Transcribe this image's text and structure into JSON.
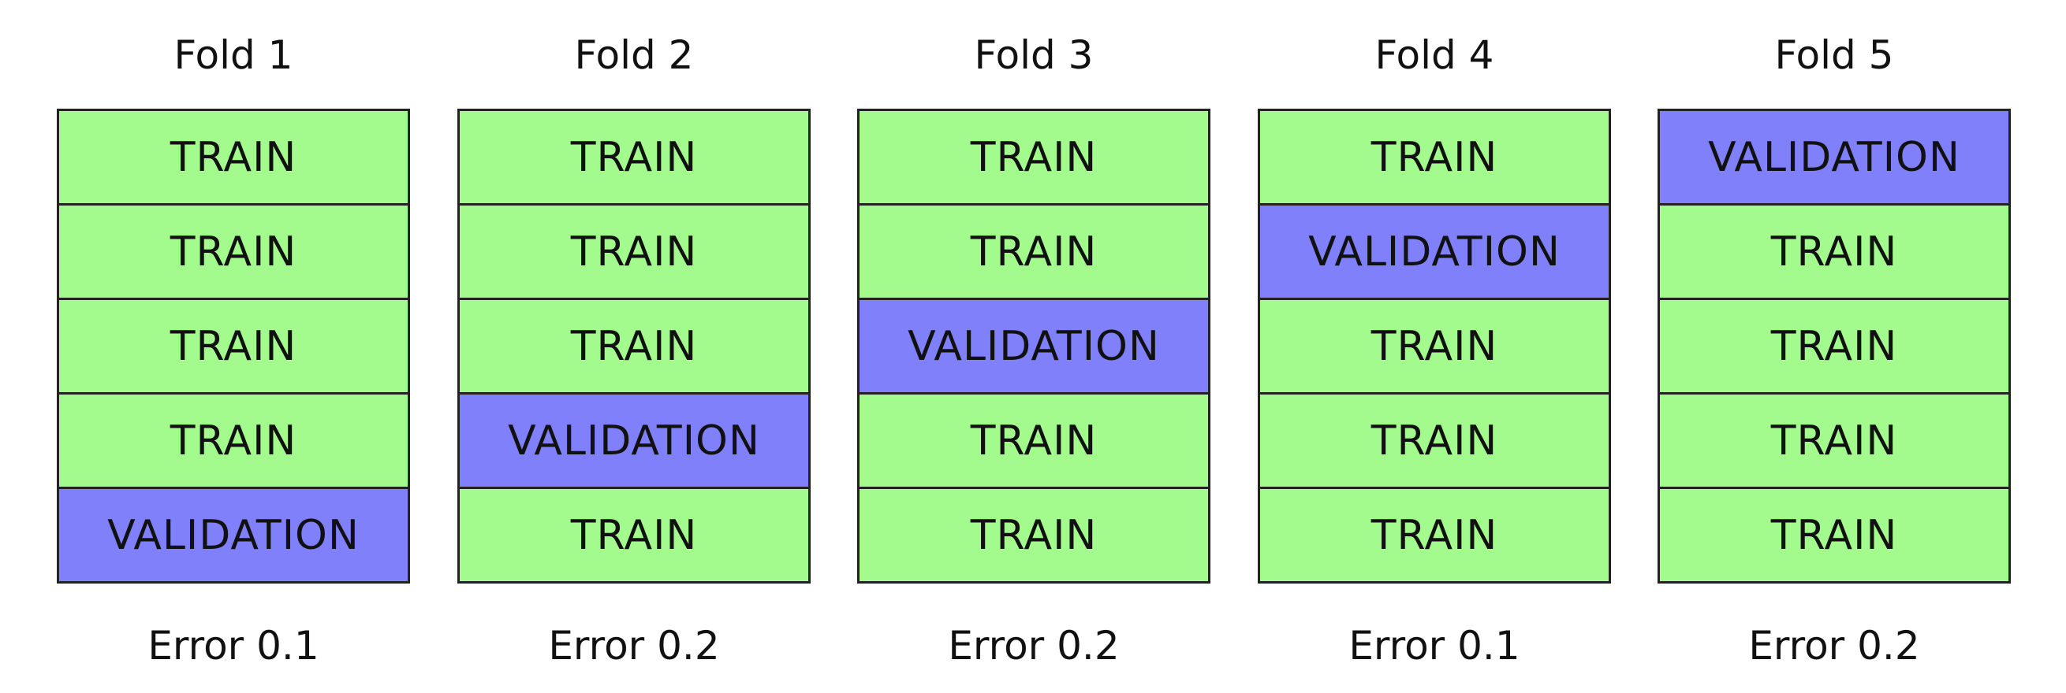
{
  "labels": {
    "train": "TRAIN",
    "validation": "VALIDATION"
  },
  "colors": {
    "train": "#a3fb8e",
    "validation": "#8080fb",
    "border": "#222222"
  },
  "folds": [
    {
      "title": "Fold 1",
      "error": "Error 0.1",
      "validation_index": 4
    },
    {
      "title": "Fold 2",
      "error": "Error 0.2",
      "validation_index": 3
    },
    {
      "title": "Fold 3",
      "error": "Error 0.2",
      "validation_index": 2
    },
    {
      "title": "Fold 4",
      "error": "Error 0.1",
      "validation_index": 1
    },
    {
      "title": "Fold 5",
      "error": "Error 0.2",
      "validation_index": 0
    }
  ]
}
